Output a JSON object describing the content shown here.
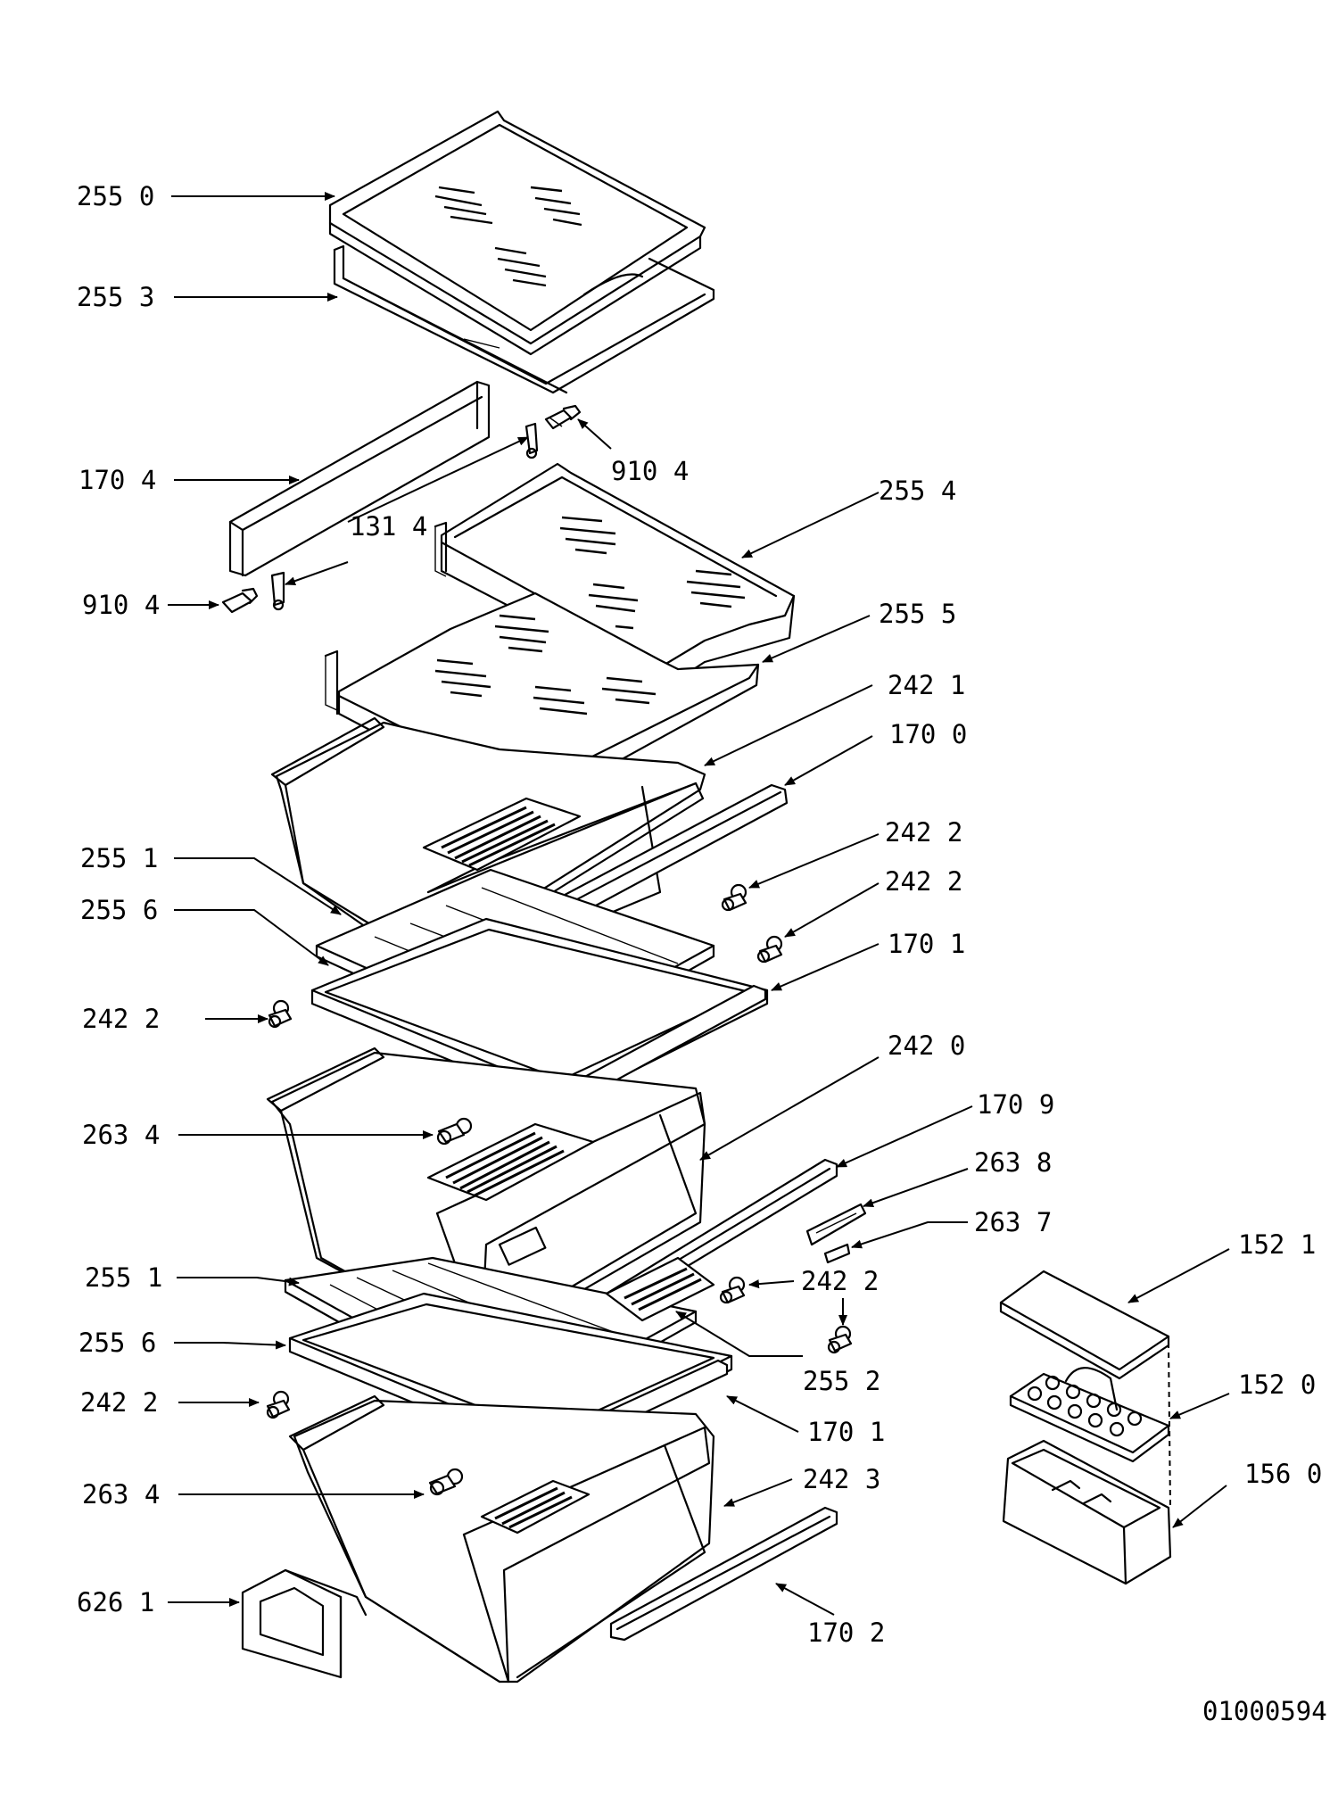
{
  "colors": {
    "line": "#000000",
    "background": "#ffffff"
  },
  "labels": {
    "l_255_0": "255 0",
    "l_255_3": "255 3",
    "l_170_4": "170 4",
    "l_910_4_a": "910 4",
    "l_131_4": "131 4",
    "l_255_4": "255 4",
    "l_910_4_b": "910 4",
    "l_255_5": "255 5",
    "l_242_1": "242 1",
    "l_170_0": "170 0",
    "l_255_1_a": "255 1",
    "l_242_2_a": "242 2",
    "l_255_6_a": "255 6",
    "l_242_2_b": "242 2",
    "l_170_1_a": "170 1",
    "l_242_2_c": "242 2",
    "l_242_0": "242 0",
    "l_263_4_a": "263 4",
    "l_170_9": "170 9",
    "l_263_8": "263 8",
    "l_263_7": "263 7",
    "l_152_1": "152 1",
    "l_255_1_b": "255 1",
    "l_242_2_d": "242 2",
    "l_255_6_b": "255 6",
    "l_255_2": "255 2",
    "l_152_0": "152 0",
    "l_242_2_e": "242 2",
    "l_170_1_b": "170 1",
    "l_263_4_b": "263 4",
    "l_242_3": "242 3",
    "l_156_0": "156 0",
    "l_626_1": "626 1",
    "l_170_2": "170 2"
  },
  "drawing_number": "01000594"
}
